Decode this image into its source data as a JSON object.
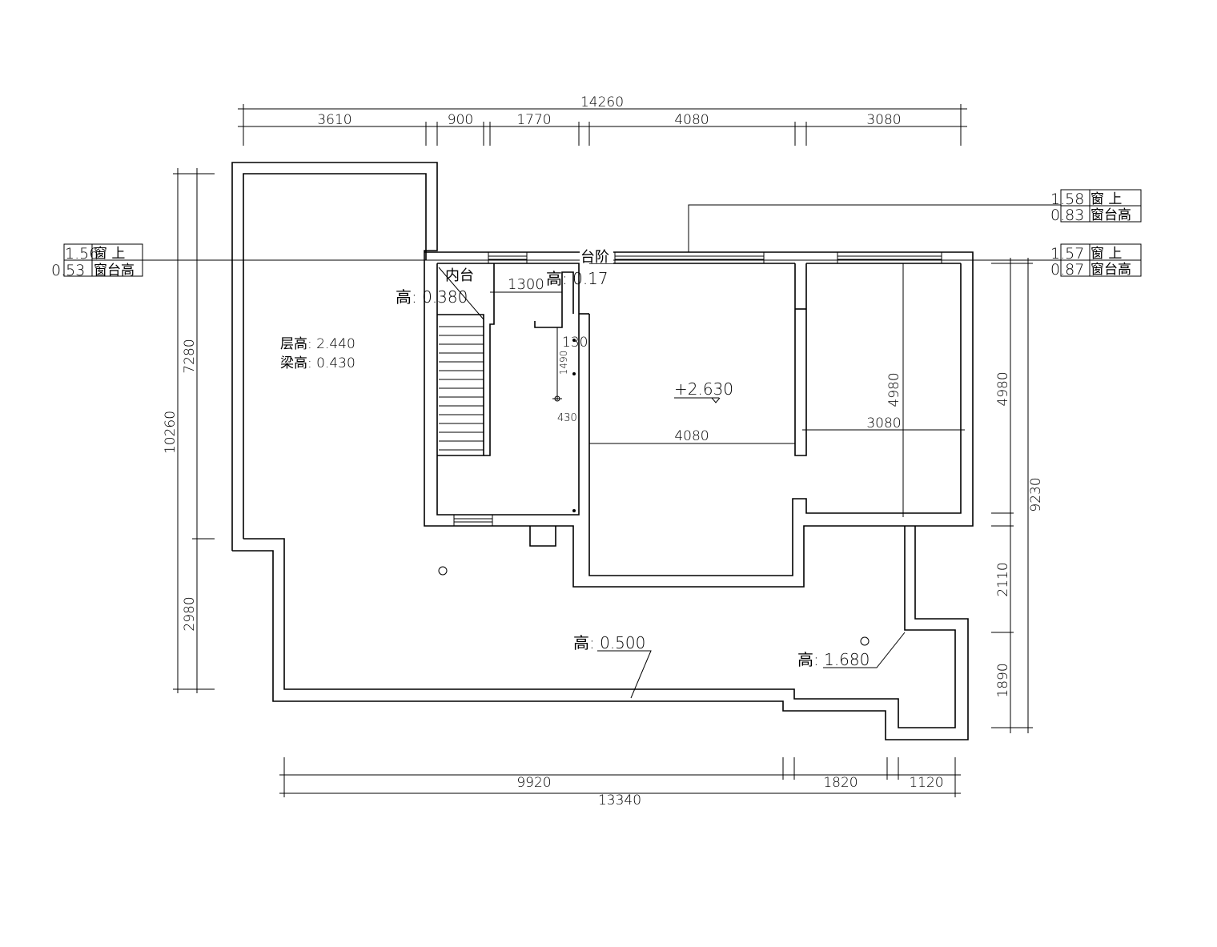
{
  "dimensions": {
    "top_total": "14260",
    "top_segments": [
      "3610",
      "900",
      "1770",
      "4080",
      "3080"
    ],
    "bottom_segments": [
      "9920",
      "1820",
      "1120"
    ],
    "bottom_total": "13340",
    "left_total": "10260",
    "left_segments": [
      "7280",
      "2980"
    ],
    "right_total": "9230",
    "right_segments": [
      "4980",
      "2110",
      "1890"
    ]
  },
  "window_tags": {
    "left": {
      "top_num": "1.56",
      "top_text": "窗 上",
      "bot_num": "0.53",
      "bot_text": "窗台高"
    },
    "right_upper": {
      "top_num": "1.58",
      "top_text": "窗 上",
      "bot_num": "0.83",
      "bot_text": "窗台高"
    },
    "right_lower": {
      "top_num": "1.57",
      "top_text": "窗 上",
      "bot_num": "0.87",
      "bot_text": "窗台高"
    }
  },
  "labels": {
    "step": "台阶",
    "inner_platform": "内台",
    "height_0380": "高: 0.380",
    "dim_1300": "1300",
    "height_017": "高: 0.17",
    "dim_130": "130",
    "dim_1490": "1490",
    "dim_430": "430",
    "floor_height": "层高: 2.440",
    "beam_height": "梁高: 0.430",
    "level_mark": "+2.630",
    "room_dim_4080": "4080",
    "room_dim_3080": "3080",
    "room_dim_4980": "4980",
    "height_0500": "高: 0.500",
    "height_1680": "高: 1.680"
  }
}
